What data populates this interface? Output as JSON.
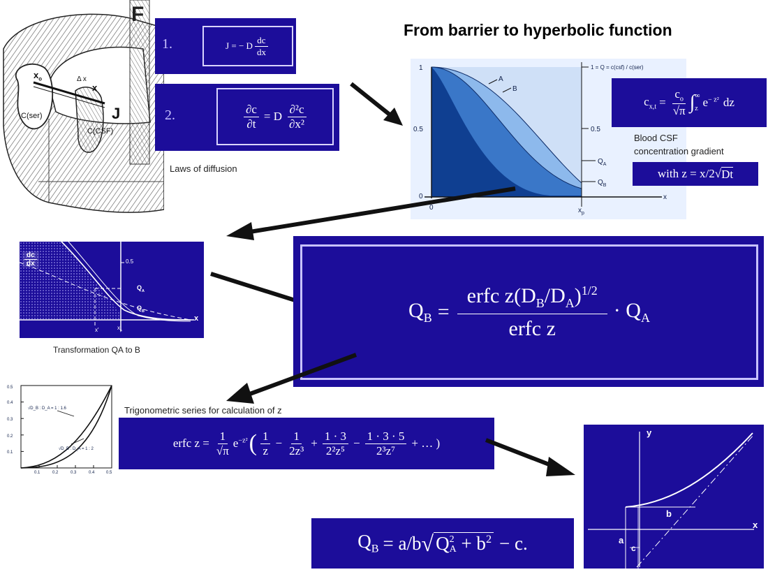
{
  "title": "From barrier to hyperbolic function",
  "anatomy": {
    "label_F": "F",
    "label_x0": "x",
    "label_x0_sub": "o",
    "label_dx": "Δ x",
    "label_x": "x",
    "label_J": "J",
    "label_cser": "C(ser)",
    "label_ccsf": "C(CSF)"
  },
  "laws": {
    "first_number": "1.",
    "second_number": "2.",
    "first_lhs": "J = − D",
    "first_num": "dc",
    "first_den": "dx",
    "second_lhs_num": "∂c",
    "second_lhs_den": "∂t",
    "second_mid": "= D",
    "second_rhs_num": "∂²c",
    "second_rhs_den": "∂x²",
    "caption": "Laws of diffusion"
  },
  "curve_plot": {
    "y_top": "1",
    "y_mid": "0.5",
    "y_zero": "0",
    "right_top": "1 = Q = c(csf) / c(ser)",
    "right_mid": "0.5",
    "curve_a": "A",
    "curve_b": "B",
    "qa": "Q",
    "qa_sub": "A",
    "qb": "Q",
    "qb_sub": "B",
    "x_axis": "x",
    "x_origin": "0",
    "xp": "x",
    "xp_sub": "p"
  },
  "erfc_eq": {
    "lhs": "c",
    "lhs_sub": "x,t",
    "eq": "=",
    "num": "c",
    "num_sub": "o",
    "den": "√π",
    "integral": "∫",
    "upper": "∞",
    "lower": "z",
    "body": "e",
    "body_sup": "− z²",
    "tail": "dz"
  },
  "gradient_caption_1": "Blood CSF",
  "gradient_caption_2": "concentration gradient",
  "with_z": {
    "text": "with z = x/2",
    "root": "Dt"
  },
  "transform_plot": {
    "dcdx_num": "dc",
    "dcdx_den": "dx",
    "tick": "0.5",
    "qa": "Q",
    "qa_sub": "A",
    "qb": "Q",
    "qb_sub": "B",
    "x_axis": "x",
    "x_prime": "x'",
    "xp": "x",
    "xp_sub": "p",
    "caption": "Transformation QA to  B"
  },
  "main_eq": {
    "lhs": "Q",
    "lhs_sub": "B",
    "eq": "=",
    "num": "erfc z(D",
    "num_sub1": "B",
    "num_mid": "/D",
    "num_sub2": "A",
    "num_end": ")",
    "num_sup": "1/2",
    "den": "erfc z",
    "rhs": "· Q",
    "rhs_sub": "A"
  },
  "small_plot": {
    "y_ticks": [
      "0.5",
      "0.4",
      "0.3",
      "0.2",
      "0.1"
    ],
    "x_ticks": [
      "0.1",
      "0.2",
      "0.3",
      "0.4",
      "0.5"
    ],
    "curve1_label": "√D_B : D_A = 1 : 1.6",
    "curve2_label": "√D_B : D_A = 1 : 2"
  },
  "trig_caption": "Trigonometric series for calculation of  z",
  "series_eq": {
    "lhs": "erfc z =",
    "f1_num": "1",
    "f1_den": "√π",
    "exp": "e",
    "exp_sup": "−z²",
    "open": "(",
    "t1_num": "1",
    "t1_den": "z",
    "op1": "−",
    "t2_num": "1",
    "t2_den": "2z³",
    "op2": "+",
    "t3_num": "1 · 3",
    "t3_den": "2²z⁵",
    "op3": "−",
    "t4_num": "1 · 3 · 5",
    "t4_den": "2³z⁷",
    "tail": "+ … )"
  },
  "hyperbola_plot": {
    "y_axis": "y",
    "x_axis": "x",
    "label_b": "b",
    "label_a": "a",
    "label_c": "c"
  },
  "final_eq": {
    "lhs": "Q",
    "lhs_sub": "B",
    "mid": "= a/b",
    "root_q": "Q",
    "root_q_sup": "2",
    "root_q_sub": "A",
    "root_plus": "+ b",
    "root_b_sup": "2",
    "tail": "− c."
  }
}
